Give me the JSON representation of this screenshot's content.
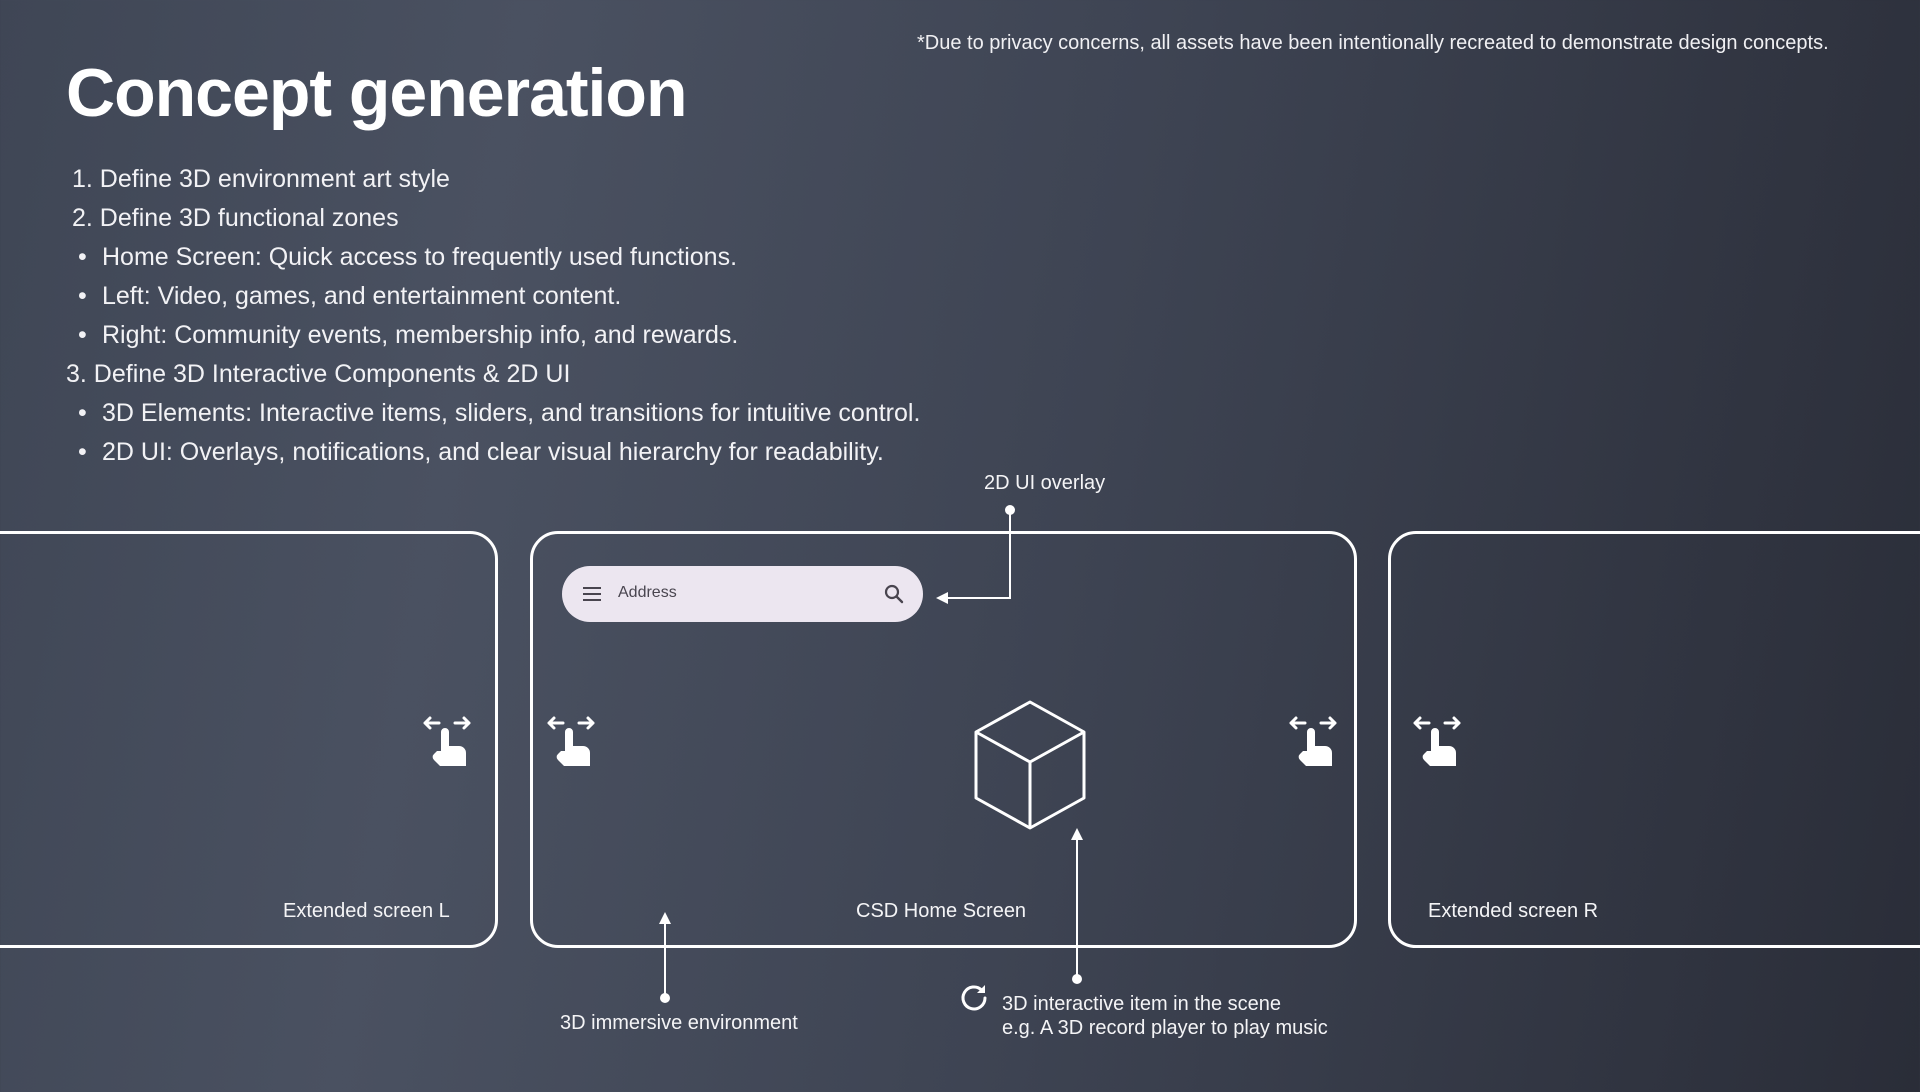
{
  "disclaimer": "*Due to privacy concerns, all assets have been intentionally recreated to demonstrate design concepts.",
  "title": "Concept generation",
  "steps": [
    "1. Define 3D environment art style",
    "2. Define 3D functional zones",
    "Home Screen: Quick access to frequently used functions.",
    "Left: Video, games, and entertainment content.",
    "Right: Community events, membership info, and rewards.",
    "3. Define 3D Interactive Components & 2D UI",
    "3D Elements: Interactive items, sliders, and transitions for intuitive control.",
    "2D UI: Overlays, notifications, and clear visual hierarchy for readability."
  ],
  "panels": {
    "left": "Extended screen L",
    "center": "CSD Home Screen",
    "right": "Extended screen R"
  },
  "search": {
    "placeholder": "Address",
    "menu_icon": "menu-icon",
    "search_icon": "search-icon"
  },
  "callouts": {
    "overlay": "2D UI overlay",
    "environment": "3D immersive environment",
    "item_line1": "3D interactive item in the scene",
    "item_line2": "e.g. A 3D record player to play music"
  },
  "icons": [
    "swipe-gesture-icon",
    "cube-icon",
    "rotate-icon"
  ],
  "colors": {
    "background_start": "#4a5161",
    "background_end": "#2a2d38",
    "search_bar": "#ece6f0",
    "line": "#ffffff"
  }
}
